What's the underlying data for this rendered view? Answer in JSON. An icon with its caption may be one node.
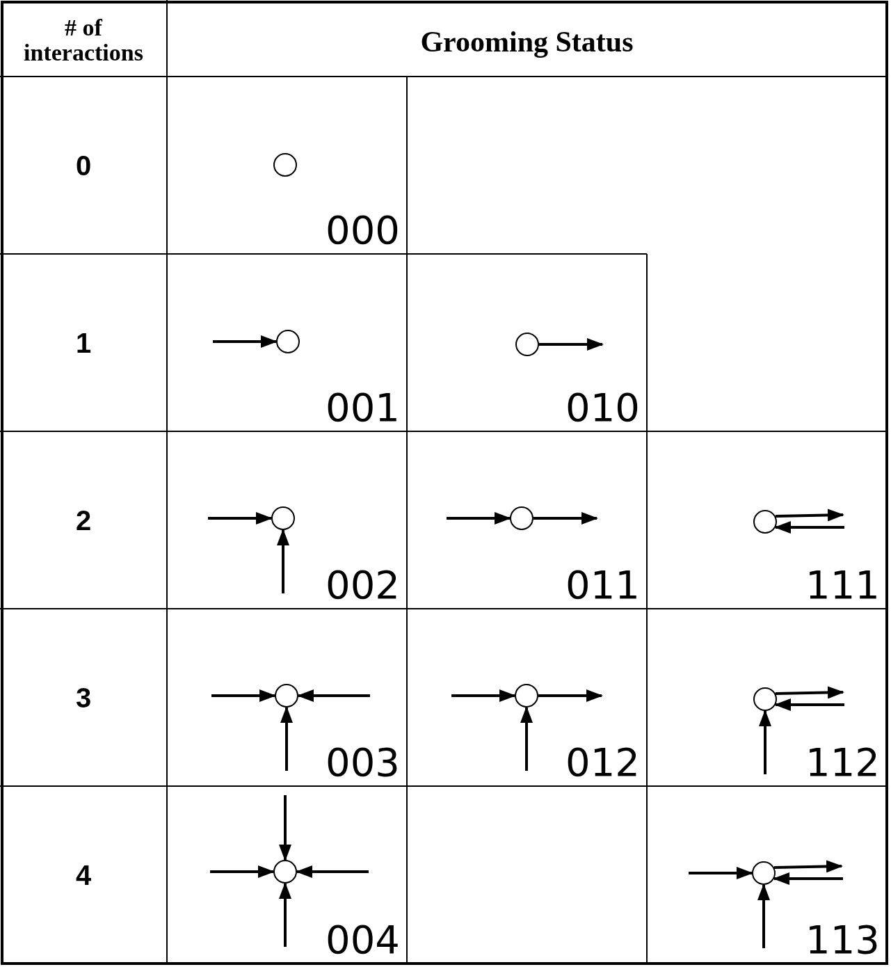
{
  "diagram": {
    "nodes": [
      {
        "text": [],
        "shape": "circle"
      },
      {
        "text": [],
        "shape": "circle"
      },
      {
        "text": [],
        "shape": "circle"
      },
      {
        "text": [],
        "shape": "circle"
      },
      {
        "text": [],
        "shape": "circle"
      },
      {
        "text": [],
        "shape": "circle"
      },
      {
        "text": [],
        "shape": "circle"
      },
      {
        "text": [],
        "shape": "circle"
      },
      {
        "text": [],
        "shape": "circle"
      },
      {
        "text": [],
        "shape": "circle"
      },
      {
        "text": [],
        "shape": "circle"
      }
    ],
    "edges": [
      {
        "from": null,
        "to": 1,
        "arrow": "to"
      },
      {
        "from": 2,
        "to": null,
        "arrow": "to"
      },
      {
        "from": null,
        "to": 3,
        "arrow": "to"
      },
      {
        "from": null,
        "to": 3,
        "arrow": "to"
      },
      {
        "from": null,
        "to": 4,
        "arrow": "to"
      },
      {
        "from": 4,
        "to": null,
        "arrow": "to"
      },
      {
        "from": 5,
        "to": null,
        "arrow": "to"
      },
      {
        "from": null,
        "to": 5,
        "arrow": "to"
      },
      {
        "from": null,
        "to": 6,
        "arrow": "to"
      },
      {
        "from": null,
        "to": 6,
        "arrow": "to"
      },
      {
        "from": null,
        "to": 6,
        "arrow": "to"
      },
      {
        "from": null,
        "to": 7,
        "arrow": "to"
      },
      {
        "from": 7,
        "to": null,
        "arrow": "to"
      },
      {
        "from": null,
        "to": 7,
        "arrow": "to"
      },
      {
        "from": 8,
        "to": null,
        "arrow": "to"
      },
      {
        "from": null,
        "to": 8,
        "arrow": "to"
      },
      {
        "from": null,
        "to": 8,
        "arrow": "to"
      },
      {
        "from": null,
        "to": 9,
        "arrow": "to"
      },
      {
        "from": null,
        "to": 9,
        "arrow": "to"
      },
      {
        "from": null,
        "to": 9,
        "arrow": "to"
      },
      {
        "from": null,
        "to": 9,
        "arrow": "to"
      },
      {
        "from": null,
        "to": 10,
        "arrow": "to"
      },
      {
        "from": 10,
        "to": null,
        "arrow": "to"
      },
      {
        "from": null,
        "to": 10,
        "arrow": "to"
      },
      {
        "from": null,
        "to": 10,
        "arrow": "to"
      }
    ],
    "labels": [
      "# of interactions",
      "Grooming Status",
      "0",
      "000",
      "1",
      "001",
      "010",
      "2",
      "002",
      "011",
      "111",
      "3",
      "003",
      "012",
      "112",
      "4",
      "004",
      "113"
    ]
  }
}
